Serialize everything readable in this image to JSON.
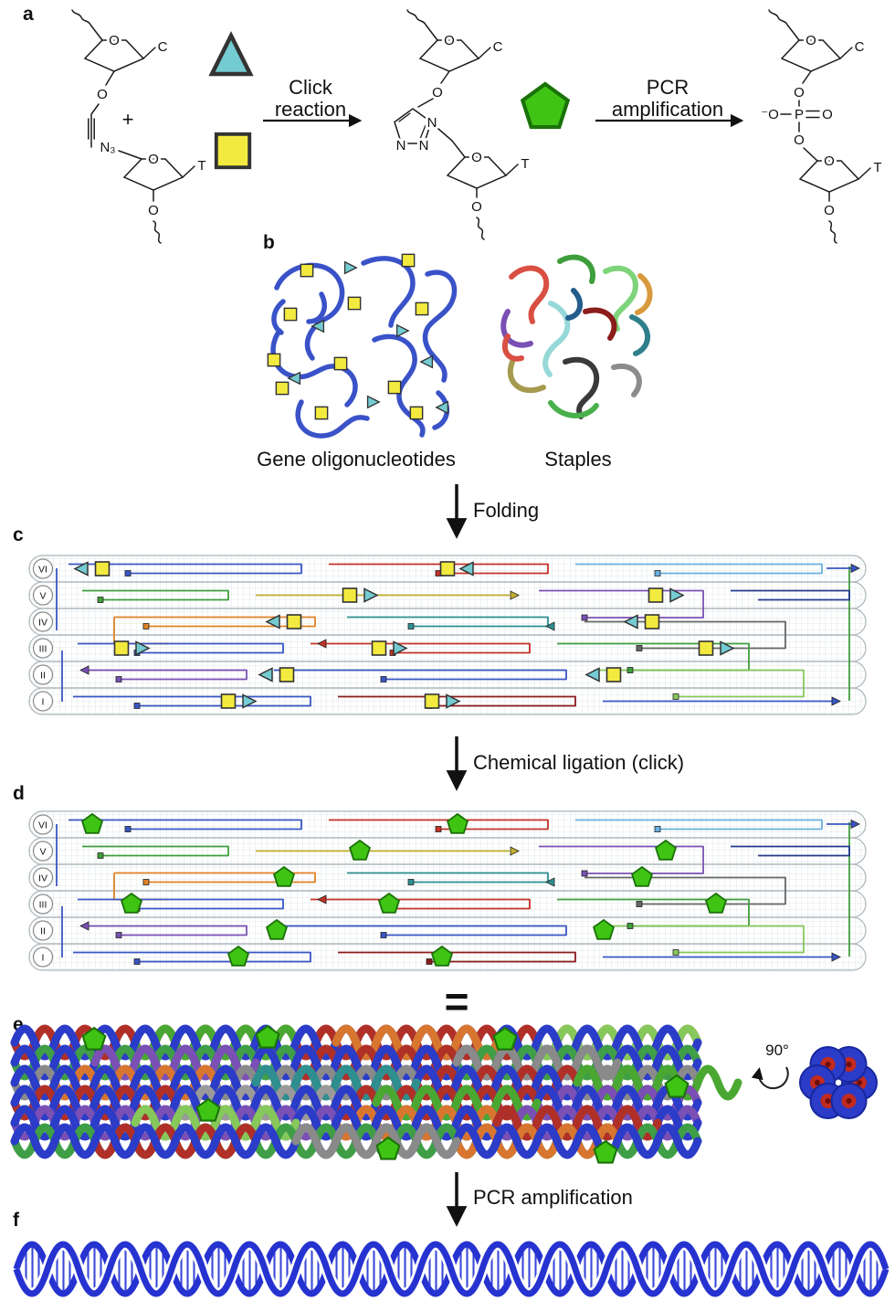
{
  "colors": {
    "square_yellow": "#f2ea3f",
    "triangle_cyan": "#74ccd2",
    "pentagon_green": "#3fc414",
    "scaffold_blue": "#3a56c4",
    "helix_blue": "#2633d0"
  },
  "panel_a": {
    "label": "a",
    "plus": "+",
    "click_line1": "Click",
    "click_line2": "reaction",
    "pcr_line1": "PCR",
    "pcr_line2": "amplification",
    "base_c": "C",
    "base_t": "T",
    "azide": "N₃",
    "nitrogen": "N",
    "oxygen": "O",
    "o_minus": "⁻O",
    "phosphorus": "P"
  },
  "panel_b": {
    "label": "b",
    "gene_label": "Gene oligonucleotides",
    "staples_label": "Staples",
    "arrow_label": "Folding"
  },
  "panel_c": {
    "label": "c",
    "rows": [
      "VI",
      "V",
      "IV",
      "III",
      "II",
      "I"
    ],
    "arrow_label": "Chemical ligation (click)"
  },
  "panel_d": {
    "label": "d",
    "rows": [
      "VI",
      "V",
      "IV",
      "III",
      "II",
      "I"
    ],
    "equals": "="
  },
  "panel_e": {
    "label": "e",
    "rotation_label": "90°",
    "arrow_label": "PCR amplification"
  },
  "panel_f": {
    "label": "f"
  }
}
